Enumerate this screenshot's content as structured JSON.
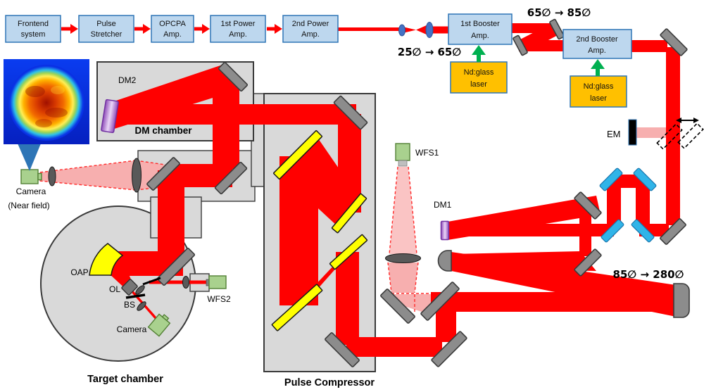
{
  "chain": {
    "frontend": [
      "Frontend",
      "system"
    ],
    "stretcher": [
      "Pulse",
      "Stretcher"
    ],
    "opcpa": [
      "OPCPA",
      "Amp."
    ],
    "power1": [
      "1st Power",
      "Amp."
    ],
    "power2": [
      "2nd Power",
      "Amp."
    ],
    "booster1": [
      "1st Booster",
      "Amp."
    ],
    "booster2": [
      "2nd Booster",
      "Amp."
    ],
    "nd1": [
      "Nd:glass",
      "laser"
    ],
    "nd2": [
      "Nd:glass",
      "laser"
    ]
  },
  "annotations": {
    "tele1": "25∅ → 65∅",
    "tele2": "65∅ → 85∅",
    "tele3": "85∅ → 280∅"
  },
  "labels": {
    "dm2": "DM2",
    "dm_chamber": "DM chamber",
    "camera_nf_1": "Camera",
    "camera_nf_2": "(Near field)",
    "oap": "OAP",
    "ol": "OL",
    "bs": "BS",
    "camera_tc": "Camera",
    "wfs2": "WFS2",
    "target_chamber": "Target chamber",
    "pulse_compressor": "Pulse Compressor",
    "wfs1": "WFS1",
    "dm1": "DM1",
    "em": "EM"
  },
  "colors": {
    "beam": "#FF0000",
    "beam_leak": "#F7AFAF",
    "mirror": "#8C8C8C",
    "grating": "#FFFF00",
    "cyan_optic": "#30B4E8",
    "deformable_mirror": "#C9A0DC",
    "chamber": "#D9D9D9",
    "box_fill": "#BDD7EE",
    "box_border": "#2E75B6",
    "pump_fill": "#FFC000",
    "pump_arrow": "#00B050",
    "sensor_fill": "#A9D18E",
    "sensor_border": "#538135",
    "lens_dark": "#595959",
    "lens_blue": "#4472C4",
    "callout": "#2E75B6"
  }
}
